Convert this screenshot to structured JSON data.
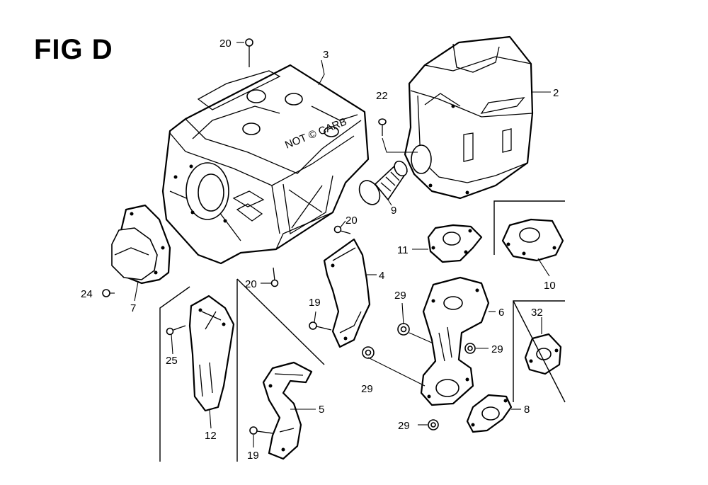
{
  "figure_title": "FIG D",
  "cover_marking": "NOT © CARB",
  "callouts": {
    "c20a": "20",
    "c3": "3",
    "c2": "2",
    "c22": "22",
    "c9": "9",
    "c20b": "20",
    "c11": "11",
    "c10": "10",
    "c4": "4",
    "c20c": "20",
    "c24": "24",
    "c7": "7",
    "c19a": "19",
    "c29a": "29",
    "c6": "6",
    "c32": "32",
    "c29b": "29",
    "c25": "25",
    "c29c": "29",
    "c5": "5",
    "c12": "12",
    "c8": "8",
    "c29d": "29",
    "c19b": "19"
  }
}
